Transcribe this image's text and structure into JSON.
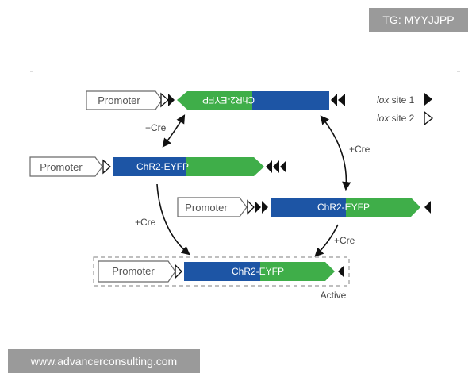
{
  "promoter_label": "Promoter",
  "gene_parts": {
    "chr2": "ChR2",
    "eyfp": "-EYFP"
  },
  "cre_label": "+Cre",
  "active_label": "Active",
  "legend": {
    "lox1": {
      "italic": "lox",
      "rest": " site 1"
    },
    "lox2": {
      "italic": "lox",
      "rest": " site 2"
    }
  },
  "colors": {
    "chr2_blue": "#1d55a5",
    "eyfp_green": "#3fae49"
  },
  "watermarks": {
    "top_right": "TG: MYYJJPP",
    "bottom_left": "www.advancerconsulting.com"
  }
}
